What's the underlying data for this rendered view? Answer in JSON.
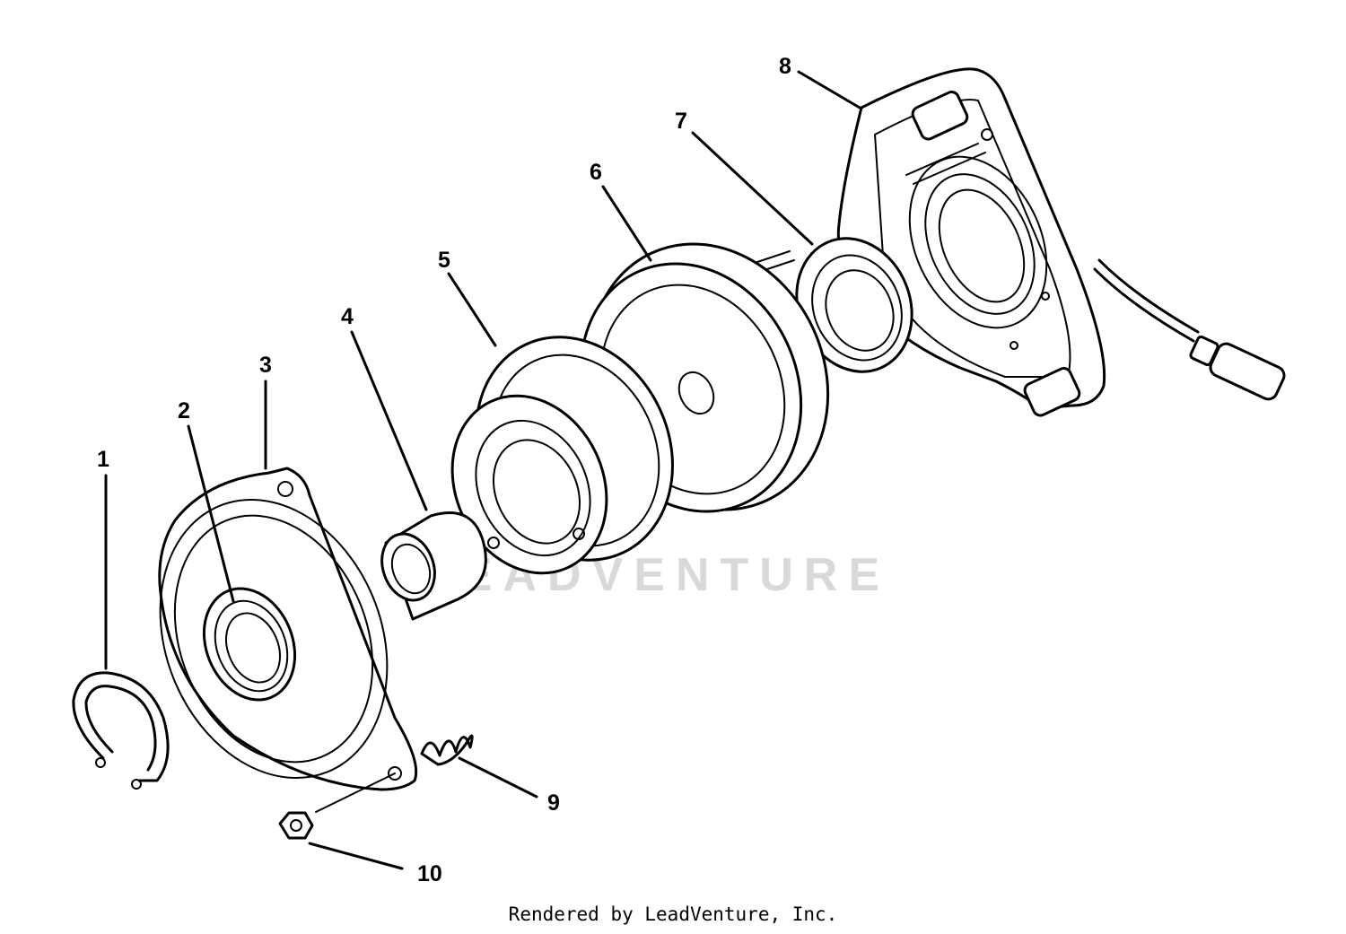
{
  "diagram": {
    "watermark": "LEADVENTURE",
    "callouts": [
      {
        "id": "1",
        "label": "1"
      },
      {
        "id": "2",
        "label": "2"
      },
      {
        "id": "3",
        "label": "3"
      },
      {
        "id": "4",
        "label": "4"
      },
      {
        "id": "5",
        "label": "5"
      },
      {
        "id": "6",
        "label": "6"
      },
      {
        "id": "7",
        "label": "7"
      },
      {
        "id": "8",
        "label": "8"
      },
      {
        "id": "9",
        "label": "9"
      },
      {
        "id": "10",
        "label": "10"
      }
    ]
  },
  "footer": {
    "credit": "Rendered by LeadVenture, Inc."
  }
}
